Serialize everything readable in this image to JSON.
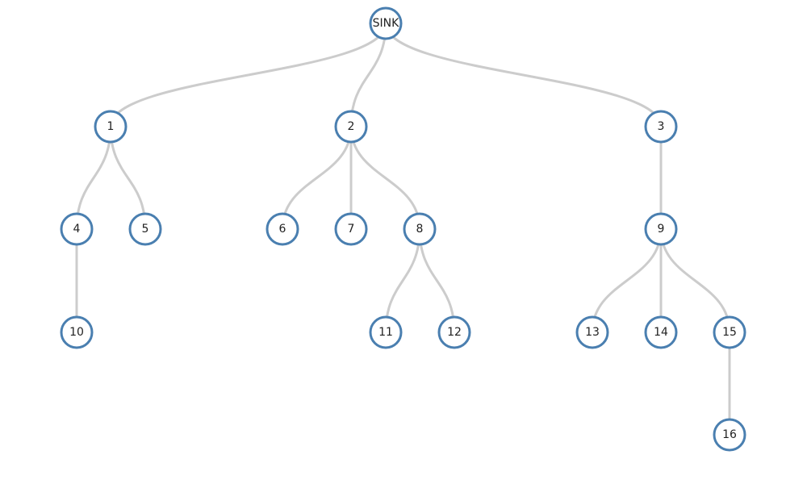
{
  "tree": {
    "name": "SINK",
    "children": [
      {
        "name": "1",
        "children": [
          {
            "name": "4",
            "children": [
              {
                "name": "10"
              }
            ]
          },
          {
            "name": "5"
          }
        ]
      },
      {
        "name": "2",
        "children": [
          {
            "name": "6"
          },
          {
            "name": "7"
          },
          {
            "name": "8",
            "children": [
              {
                "name": "11"
              },
              {
                "name": "12"
              }
            ]
          }
        ]
      },
      {
        "name": "3",
        "children": [
          {
            "name": "9",
            "children": [
              {
                "name": "13"
              },
              {
                "name": "14"
              },
              {
                "name": "15",
                "children": [
                  {
                    "name": "16"
                  }
                ]
              }
            ]
          }
        ]
      }
    ]
  },
  "colors": {
    "node_stroke": "#4a7fb0",
    "node_fill": "#ffffff",
    "link": "#cccccc",
    "label": "#222222"
  }
}
